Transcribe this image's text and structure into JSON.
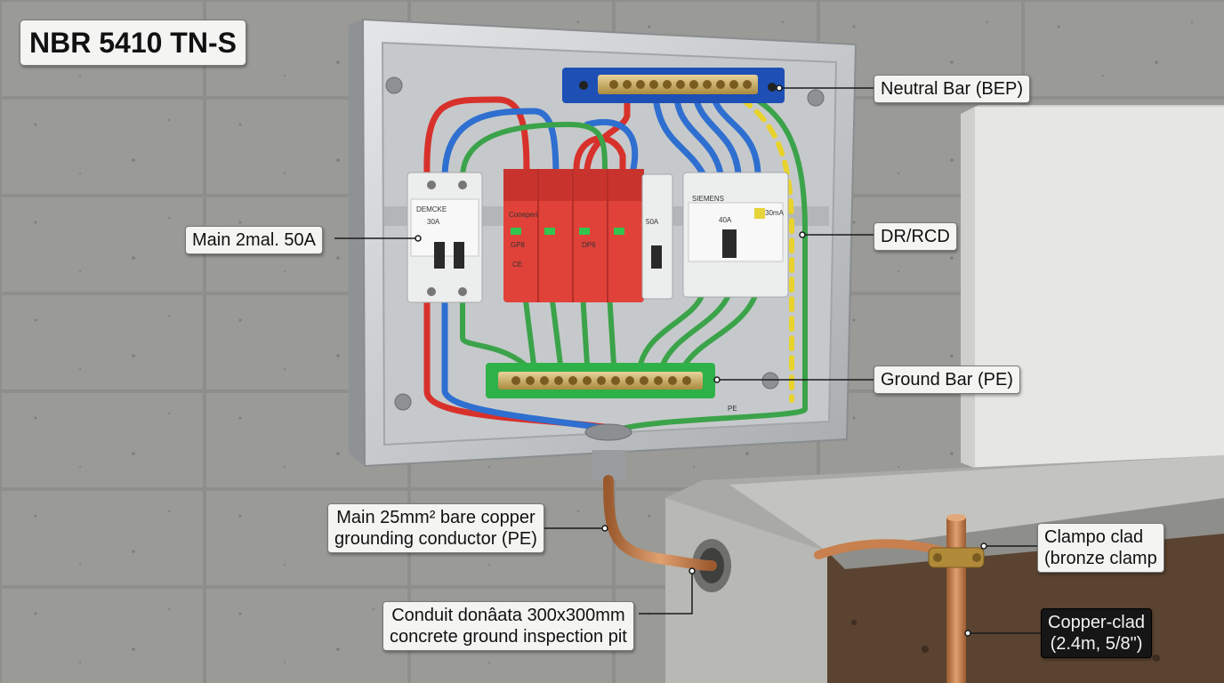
{
  "title": "NBR 5410 TN-S",
  "callouts": {
    "neutral_bar": "Neutral Bar (BEP)",
    "main_breaker": "Main 2mal. 50A",
    "rcd": "DR/RCD",
    "ground_bar": "Ground Bar (PE)",
    "main_conductor_line1": "Main 25mm² bare copper",
    "main_conductor_line2": "grounding conductor (PE)",
    "clamp_line1": "Clampo clad",
    "clamp_line2": "(bronze clamp",
    "inspection_pit_line1": "Conduit donâata 300x300mm",
    "inspection_pit_line2": "concrete ground inspection pit",
    "rod_line1": "Copper-clad",
    "rod_line2": "(2.4m, 5/8\")"
  },
  "device_labels": {
    "main_breaker_brand": "DEMCKE",
    "main_breaker_rating": "30A",
    "spd_brand": "Coneperi",
    "spd_model_a": "GP8",
    "spd_model_b": "DP6",
    "spd_ce": "CE",
    "small_breaker_rating": "50A",
    "rcd_brand": "SIEMENS",
    "rcd_rating": "40A",
    "rcd_sensitivity": "30mA",
    "pe_tag": "PE"
  },
  "colors": {
    "phase": "#d8312b",
    "neutral": "#2e6fd0",
    "earth_green": "#3ba34a",
    "earth_yellow": "#e8d22c",
    "copper": "#c7804e",
    "spd_body": "#e0423a",
    "neutral_bar_base": "#1d4fb5",
    "ground_bar_base": "#2fb14a",
    "enclosure": "#c9ccce"
  },
  "icons": [
    "mounting-screw-icon",
    "leader-line-icon"
  ]
}
